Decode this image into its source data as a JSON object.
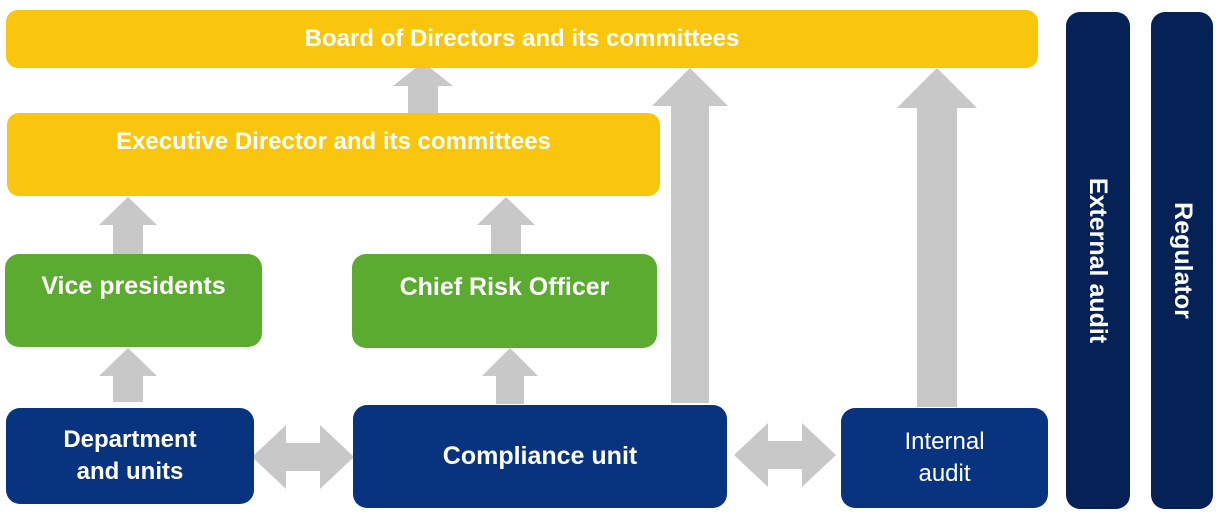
{
  "colors": {
    "governance": "#f9c60d",
    "management": "#5aab2f",
    "operational": "#08347f",
    "external": "#052156",
    "arrow": "#c8c8c8"
  },
  "nodes": {
    "board": "Board of Directors and its committees",
    "executive": "Executive Director and its committees",
    "vice_presidents": "Vice presidents",
    "cro": "Chief Risk Officer",
    "departments_line1": "Department",
    "departments_line2": "and units",
    "compliance": "Compliance unit",
    "internal_audit_line1": "Internal",
    "internal_audit_line2": "audit",
    "external_audit": "External audit",
    "regulator": "Regulator"
  },
  "edges": [
    {
      "from": "executive",
      "to": "board",
      "type": "up"
    },
    {
      "from": "vice_presidents",
      "to": "executive",
      "type": "up"
    },
    {
      "from": "cro",
      "to": "executive",
      "type": "up"
    },
    {
      "from": "departments",
      "to": "vice_presidents",
      "type": "up"
    },
    {
      "from": "compliance",
      "to": "cro",
      "type": "up"
    },
    {
      "from": "compliance",
      "to": "board",
      "type": "up"
    },
    {
      "from": "internal_audit",
      "to": "board",
      "type": "up"
    },
    {
      "from": "departments",
      "to": "compliance",
      "type": "both"
    },
    {
      "from": "compliance",
      "to": "internal_audit",
      "type": "both"
    }
  ]
}
